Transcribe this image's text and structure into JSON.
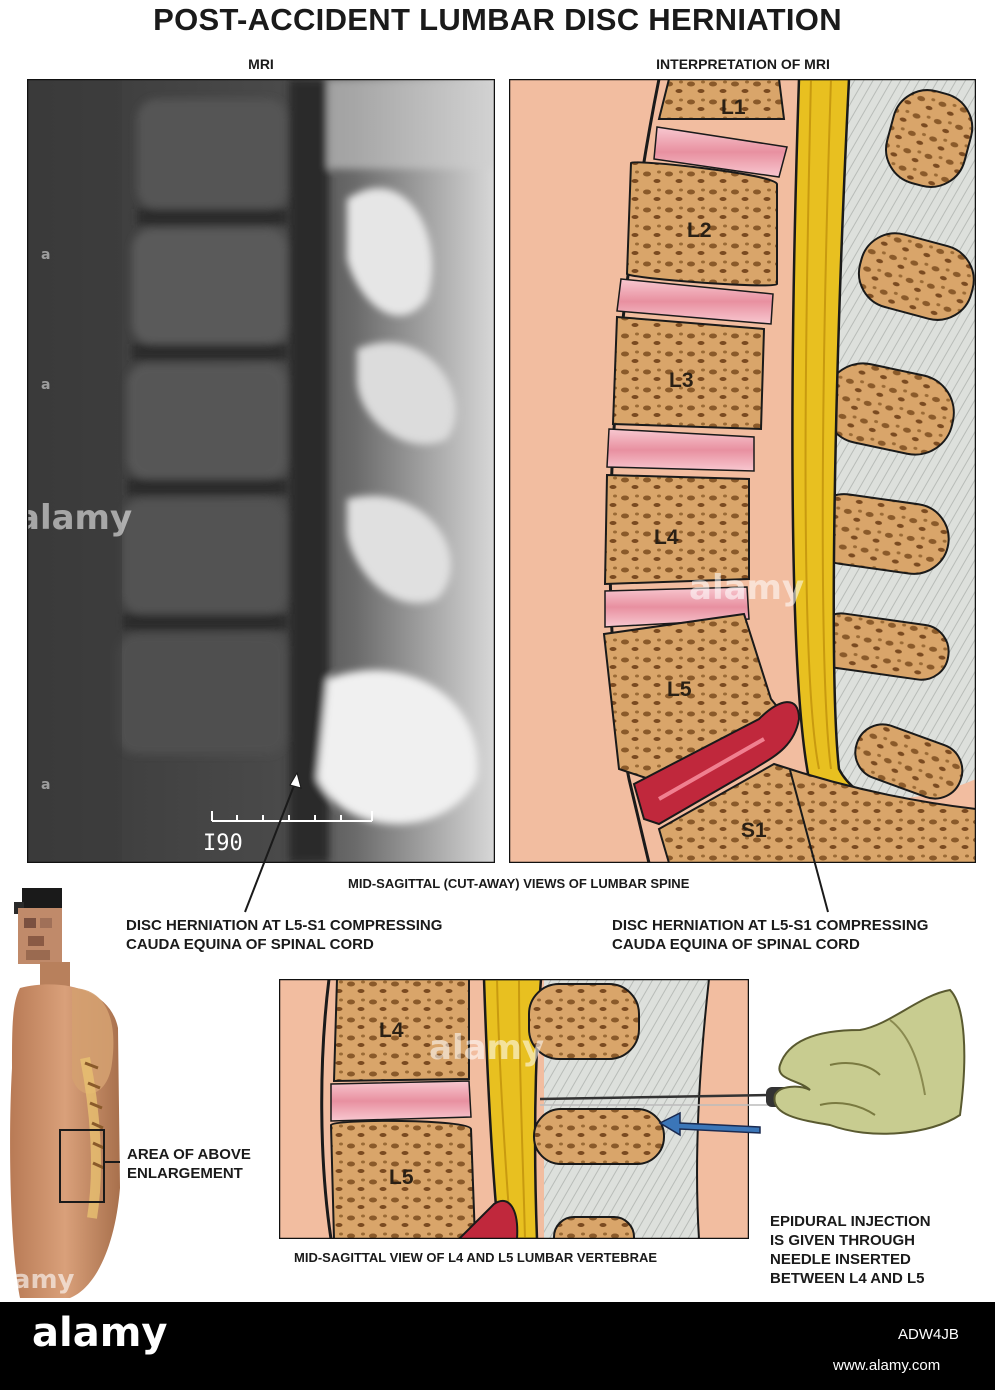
{
  "title": "POST-ACCIDENT LUMBAR DISC HERNIATION",
  "panels": {
    "mri": {
      "header": "MRI",
      "scale_text": "I90"
    },
    "interpretation": {
      "header": "INTERPRETATION OF MRI",
      "vertebrae": [
        "L1",
        "L2",
        "L3",
        "L4",
        "L5",
        "S1"
      ]
    },
    "enlargement": {
      "vertebrae": [
        "L4",
        "L5"
      ]
    }
  },
  "captions": {
    "cutaway": "MID-SAGITTAL (CUT-AWAY) VIEWS OF LUMBAR SPINE",
    "l4l5_view": "MID-SAGITTAL VIEW OF L4 AND L5 LUMBAR VERTEBRAE"
  },
  "annotations": {
    "herniation_left": [
      "DISC HERNIATION AT L5-S1 COMPRESSING",
      "CAUDA EQUINA OF SPINAL CORD"
    ],
    "herniation_right": [
      "DISC HERNIATION AT L5-S1 COMPRESSING",
      "CAUDA EQUINA OF SPINAL CORD"
    ],
    "enlargement_area": [
      "AREA OF ABOVE",
      "ENLARGEMENT"
    ],
    "injection": [
      "EPIDURAL INJECTION",
      "IS GIVEN THROUGH",
      "NEEDLE INSERTED",
      "BETWEEN L4 AND L5"
    ]
  },
  "watermark": "alamy",
  "footer": {
    "logo": "alamy",
    "image_id": "ADW4JB",
    "url": "www.alamy.com"
  },
  "colors": {
    "background_skin": "#f2bda0",
    "vertebra_bone": "#d9a56a",
    "disc": "#f0a8b4",
    "spinal_cord": "#e8c020",
    "herniation": "#c0283c",
    "ligament": "#d8dcd8",
    "footer": "#000000"
  }
}
